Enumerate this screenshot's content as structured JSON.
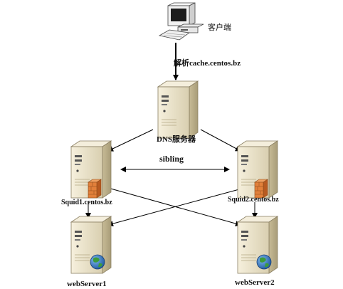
{
  "nodes": {
    "client": {
      "label": "客户端",
      "icon": "desktop-computer-icon"
    },
    "dns": {
      "label": "DNS服务器",
      "icon": "server-tower-icon"
    },
    "squid1": {
      "label": "Squid1.centos.bz",
      "icon": "server-firewall-icon"
    },
    "squid2": {
      "label": "Squid2.centos.bz",
      "icon": "server-firewall-icon"
    },
    "web1": {
      "label": "webServer1",
      "icon": "web-server-globe-icon"
    },
    "web2": {
      "label": "webServer2",
      "icon": "web-server-globe-icon"
    }
  },
  "edges": {
    "resolve": {
      "label": "解析cache.centos.bz"
    },
    "sibling": {
      "label": "sibling"
    }
  },
  "colors": {
    "server_body": "#ece3c8",
    "server_shade": "#cbbf9c",
    "server_edge": "#8a7f63",
    "firewall_brick": "#e2803a",
    "globe": "#2f6fb7",
    "globe_land": "#3c9b3c",
    "arrow": "#000000",
    "monitor": "#f2f2f2"
  }
}
